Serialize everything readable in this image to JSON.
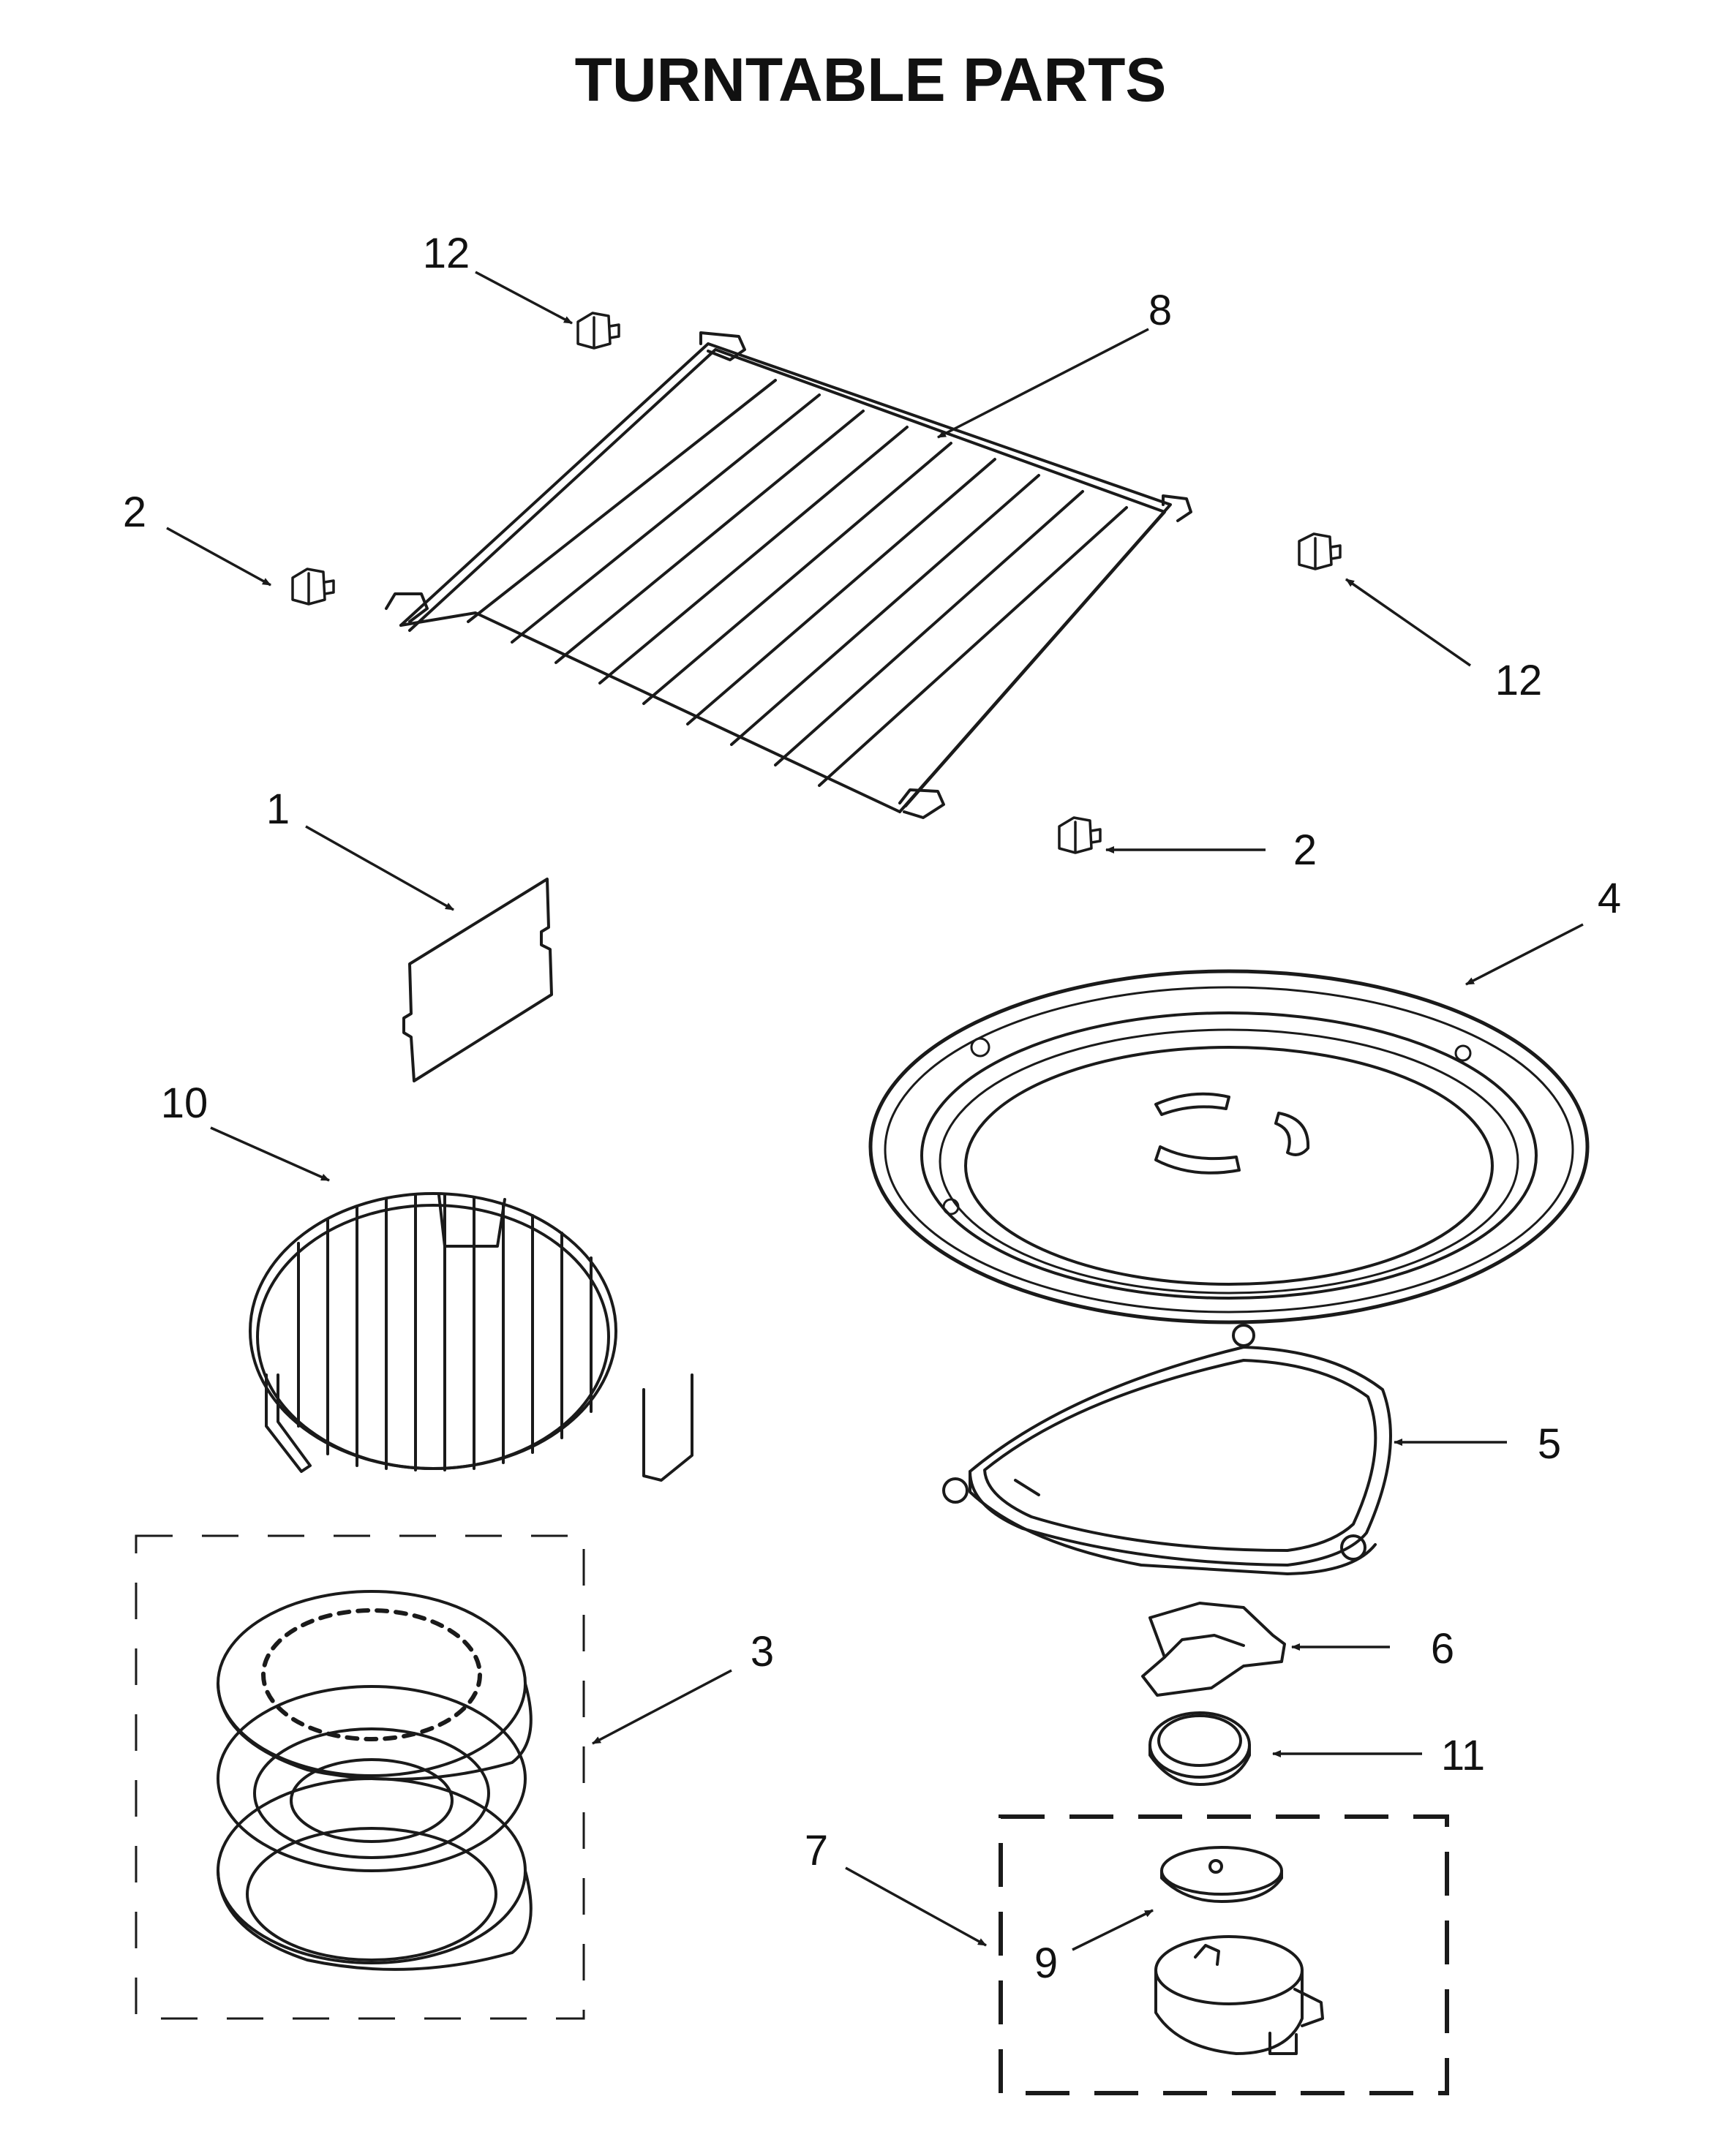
{
  "title": "TURNTABLE PARTS",
  "callouts": {
    "c12a": "12",
    "c8": "8",
    "c2a": "2",
    "c12b": "12",
    "c1": "1",
    "c2b": "2",
    "c4": "4",
    "c10": "10",
    "c5": "5",
    "c3": "3",
    "c6": "6",
    "c11": "11",
    "c7": "7",
    "c9": "9"
  },
  "parts": [
    {
      "ref": "1",
      "icon": "shield-plate-icon"
    },
    {
      "ref": "2",
      "icon": "rack-support-clip-icon"
    },
    {
      "ref": "3",
      "icon": "crisper-pan-icon"
    },
    {
      "ref": "4",
      "icon": "turntable-tray-icon"
    },
    {
      "ref": "5",
      "icon": "roller-ring-icon"
    },
    {
      "ref": "6",
      "icon": "coupler-icon"
    },
    {
      "ref": "7",
      "icon": "motor-assembly-icon"
    },
    {
      "ref": "8",
      "icon": "wire-rack-icon"
    },
    {
      "ref": "9",
      "icon": "motor-cover-icon"
    },
    {
      "ref": "10",
      "icon": "round-rack-icon"
    },
    {
      "ref": "11",
      "icon": "bushing-ring-icon"
    },
    {
      "ref": "12",
      "icon": "rack-support-clip-icon"
    }
  ]
}
